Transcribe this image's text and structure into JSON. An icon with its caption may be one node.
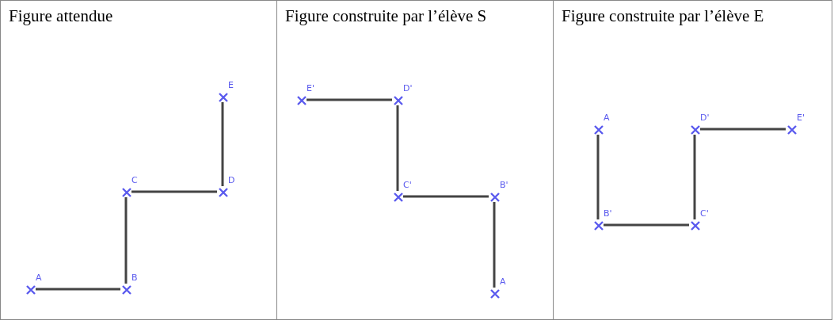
{
  "diagram": {
    "nodes": [
      {
        "text": [
          "Figure attendue"
        ]
      },
      {
        "text": [
          "A"
        ],
        "in": 0
      },
      {
        "text": [
          "B"
        ],
        "in": 0
      },
      {
        "text": [
          "C"
        ],
        "in": 0
      },
      {
        "text": [
          "D"
        ],
        "in": 0
      },
      {
        "text": [
          "E"
        ],
        "in": 0
      },
      {
        "text": [
          "Figure construite par l’élève S"
        ]
      },
      {
        "text": [
          "E'"
        ],
        "in": 6
      },
      {
        "text": [
          "D'"
        ],
        "in": 6
      },
      {
        "text": [
          "C'"
        ],
        "in": 6
      },
      {
        "text": [
          "B'"
        ],
        "in": 6
      },
      {
        "text": [
          "A"
        ],
        "in": 6
      },
      {
        "text": [
          "Figure construite par l’élève E"
        ]
      },
      {
        "text": [
          "A"
        ],
        "in": 12
      },
      {
        "text": [
          "B'"
        ],
        "in": 12
      },
      {
        "text": [
          "C'"
        ],
        "in": 12
      },
      {
        "text": [
          "D'"
        ],
        "in": 12
      },
      {
        "text": [
          "E'"
        ],
        "in": 12
      }
    ],
    "edges": [
      {
        "from": 1,
        "to": 2,
        "arrow": "none"
      },
      {
        "from": 2,
        "to": 3,
        "arrow": "none"
      },
      {
        "from": 3,
        "to": 4,
        "arrow": "none"
      },
      {
        "from": 4,
        "to": 5,
        "arrow": "none"
      },
      {
        "from": 7,
        "to": 8,
        "arrow": "none"
      },
      {
        "from": 8,
        "to": 9,
        "arrow": "none"
      },
      {
        "from": 9,
        "to": 10,
        "arrow": "none"
      },
      {
        "from": 10,
        "to": 11,
        "arrow": "none"
      },
      {
        "from": 13,
        "to": 14,
        "arrow": "none"
      },
      {
        "from": 14,
        "to": 15,
        "arrow": "none"
      },
      {
        "from": 15,
        "to": 16,
        "arrow": "none"
      },
      {
        "from": 16,
        "to": 17,
        "arrow": "none"
      }
    ]
  }
}
